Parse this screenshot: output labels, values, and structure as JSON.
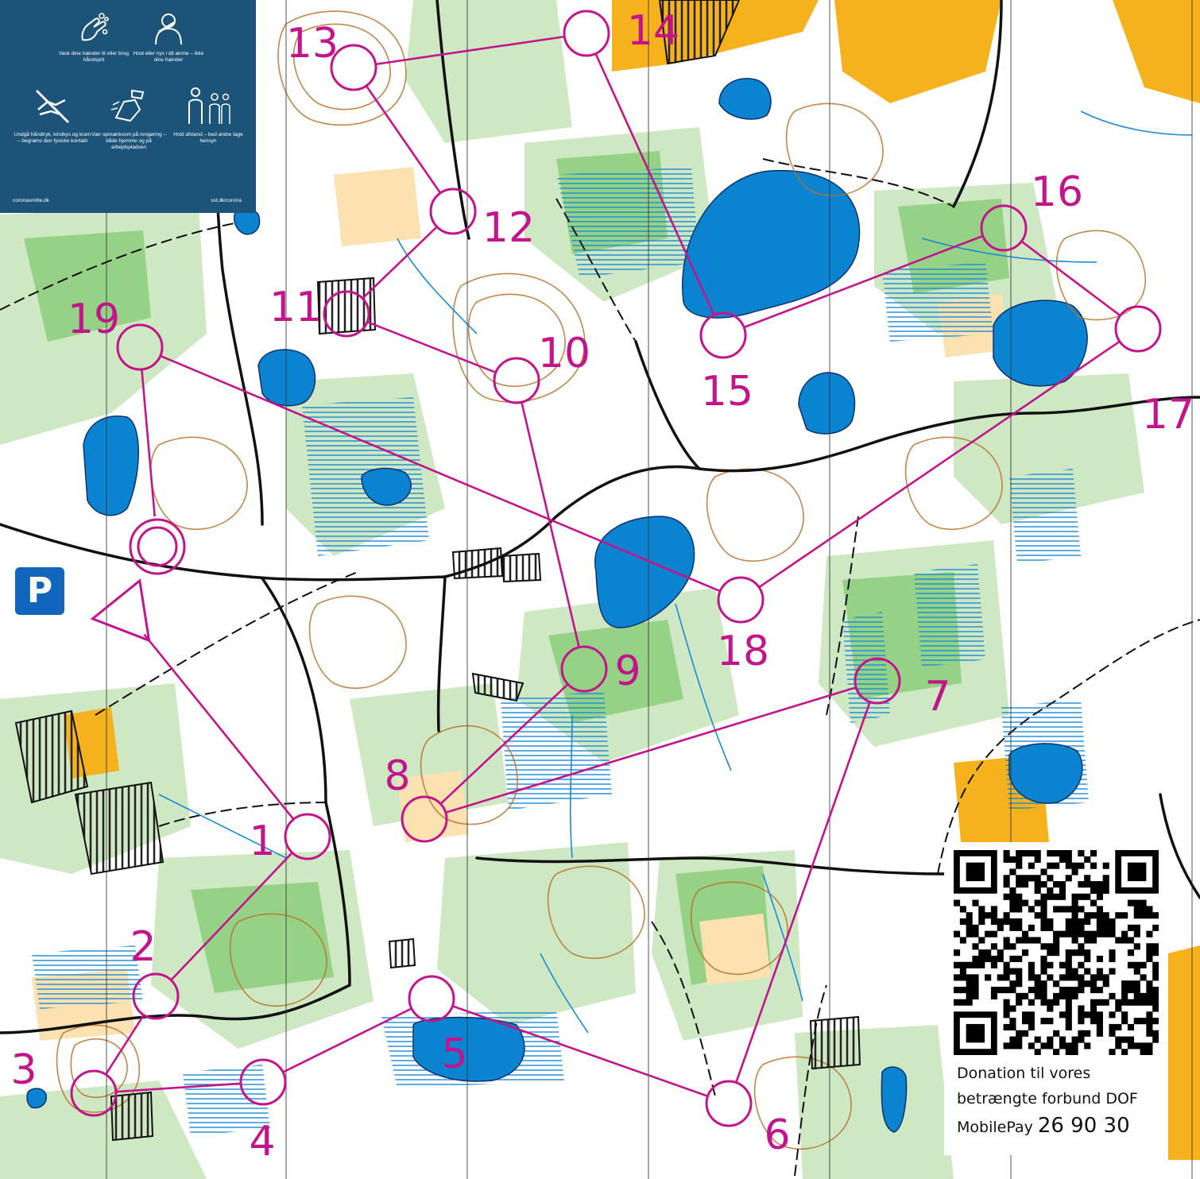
{
  "colors": {
    "course": "#c2158c",
    "water": "#0a84d0",
    "forest_green": "#a9d79b",
    "contour": "#b8722c",
    "open_yellow": "#f5b21c",
    "panel_blue": "#1b5478",
    "parking_blue": "#1166bb"
  },
  "map": {
    "course": {
      "start": {
        "label": ""
      },
      "controls": [
        {
          "number": "1"
        },
        {
          "number": "2"
        },
        {
          "number": "3"
        },
        {
          "number": "4"
        },
        {
          "number": "5"
        },
        {
          "number": "6"
        },
        {
          "number": "7"
        },
        {
          "number": "8"
        },
        {
          "number": "9"
        },
        {
          "number": "10"
        },
        {
          "number": "11"
        },
        {
          "number": "12"
        },
        {
          "number": "13"
        },
        {
          "number": "14"
        },
        {
          "number": "15"
        },
        {
          "number": "16"
        },
        {
          "number": "17"
        },
        {
          "number": "18"
        },
        {
          "number": "19"
        }
      ],
      "finish": {
        "label": ""
      }
    }
  },
  "corona_panel": {
    "items": [
      {
        "icon": "hand-wash-icon",
        "text": "Vask dine hænder tit eller brug håndsprit"
      },
      {
        "icon": "cough-sleeve-icon",
        "text": "Host eller nys i dit ærme – ikke dine hænder"
      },
      {
        "icon": "no-handshake-icon",
        "text": "Undgå håndtryk, kindkys og kram – begræns den fysiske kontakt"
      },
      {
        "icon": "cleaning-icon",
        "text": "Vær opmærksom på rengøring – både hjemme og på arbejdspladsen"
      },
      {
        "icon": "distance-icon",
        "text": "Hold afstand – bed andre tage hensyn"
      }
    ],
    "footer_left": "coronasmitte.dk",
    "footer_right": "sst.dk/corona"
  },
  "parking": {
    "label": "P"
  },
  "donation": {
    "qr_icon": "qr-code-icon",
    "line1": "Donation til vores",
    "line2": "betrængte forbund DOF",
    "mobilepay_label": "MobilePay",
    "mobilepay_number": "26 90 30"
  }
}
